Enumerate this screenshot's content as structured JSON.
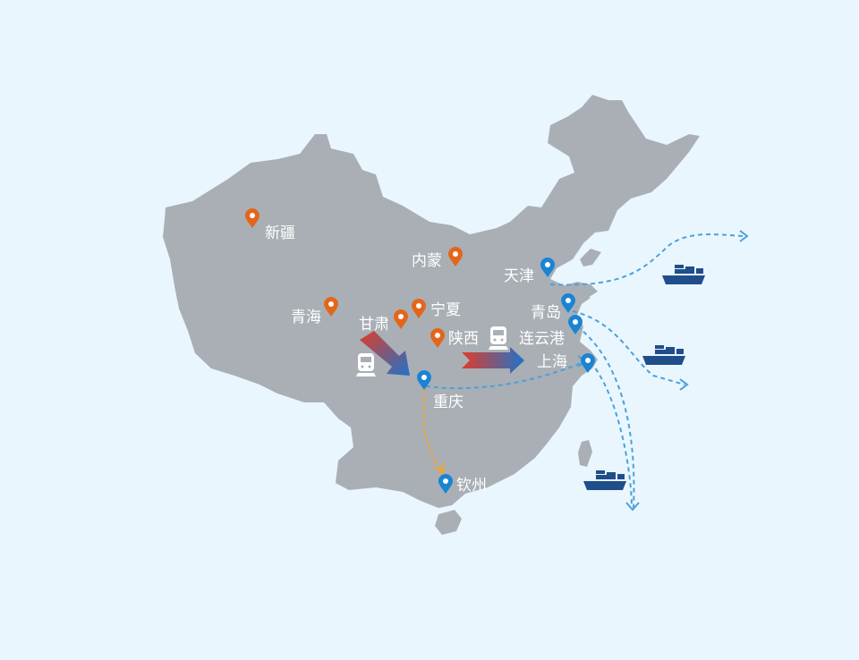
{
  "colors": {
    "background": "#eaf6fe",
    "land": "#a9afb5",
    "inland_marker": "#e3661b",
    "port_marker": "#1a84d3",
    "route_line": "#4aa1da",
    "rail_line": "#f2a52a",
    "ship": "#1f4e8a",
    "label": "#ffffff"
  },
  "icons": {
    "inland": "map-pin-icon",
    "port": "map-pin-icon",
    "train": "train-icon",
    "ship": "cargo-ship-icon"
  },
  "inland_regions": [
    {
      "id": "xinjiang",
      "name": "新疆"
    },
    {
      "id": "neimeng",
      "name": "内蒙"
    },
    {
      "id": "qinghai",
      "name": "青海"
    },
    {
      "id": "gansu",
      "name": "甘肃"
    },
    {
      "id": "ningxia",
      "name": "宁夏"
    },
    {
      "id": "shaanxi",
      "name": "陕西"
    }
  ],
  "ports": [
    {
      "id": "tianjin",
      "name": "天津"
    },
    {
      "id": "qingdao",
      "name": "青岛"
    },
    {
      "id": "lianyungang",
      "name": "连云港"
    },
    {
      "id": "shanghai",
      "name": "上海"
    },
    {
      "id": "chongqing",
      "name": "重庆"
    },
    {
      "id": "qinzhou",
      "name": "钦州"
    }
  ]
}
